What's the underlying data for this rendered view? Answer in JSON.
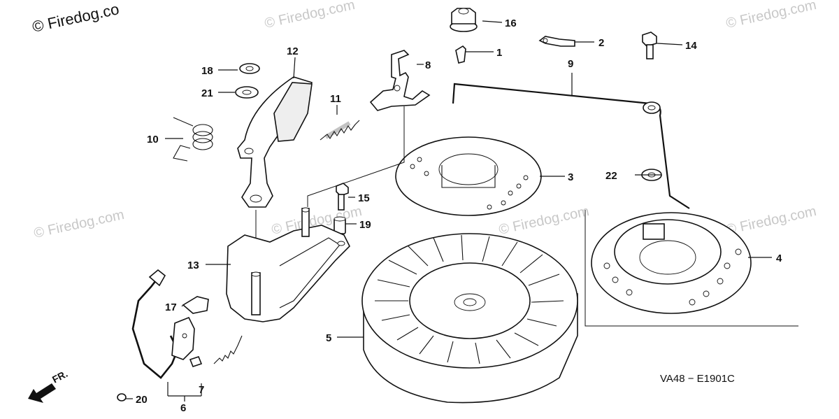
{
  "watermark": {
    "main": "© Firedog.co",
    "repeated": "© Firedog.com"
  },
  "diagram_code": "VA48 − E1901C",
  "direction_label": "FR.",
  "callouts": {
    "c1": "1",
    "c2": "2",
    "c3": "3",
    "c4": "4",
    "c5": "5",
    "c6": "6",
    "c7": "7",
    "c8": "8",
    "c9": "9",
    "c10": "10",
    "c11": "11",
    "c12": "12",
    "c13": "13",
    "c14": "14",
    "c15": "15",
    "c16": "16",
    "c17": "17",
    "c18": "18",
    "c19": "19",
    "c20": "20",
    "c21": "21",
    "c22": "22"
  }
}
